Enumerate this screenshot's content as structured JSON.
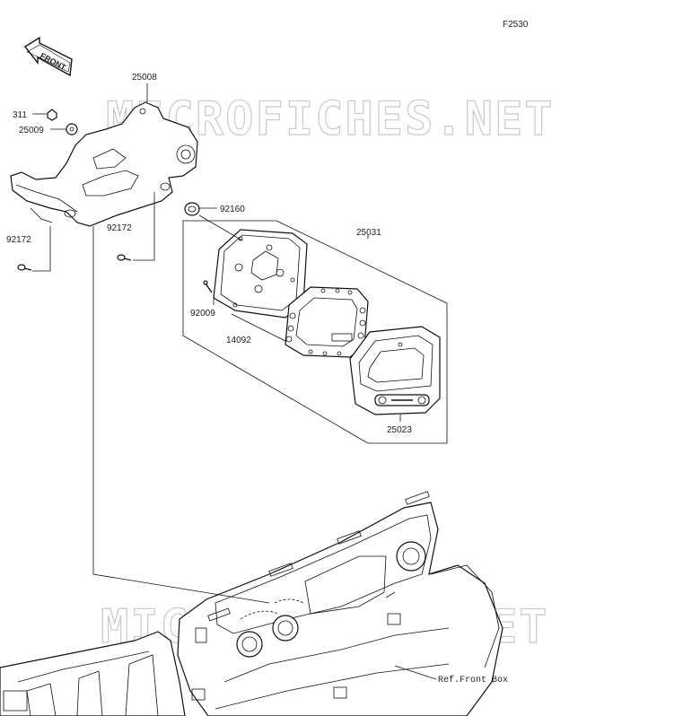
{
  "figure_code": "F2530",
  "direction_marker": "FRONT",
  "watermarks": [
    "MICROFICHES.NET",
    "MICROFICHES.NET"
  ],
  "callouts": {
    "p25008": "25008",
    "p311": "311",
    "p25009": "25009",
    "p92172_left": "92172",
    "p92172_mid": "92172",
    "p92160": "92160",
    "p25031": "25031",
    "p92009": "92009",
    "p14092": "14092",
    "p25023": "25023"
  },
  "reference_note": "Ref.Front Box",
  "colors": {
    "line": "#111111",
    "watermark": "#c9c9c9",
    "background": "#ffffff"
  }
}
